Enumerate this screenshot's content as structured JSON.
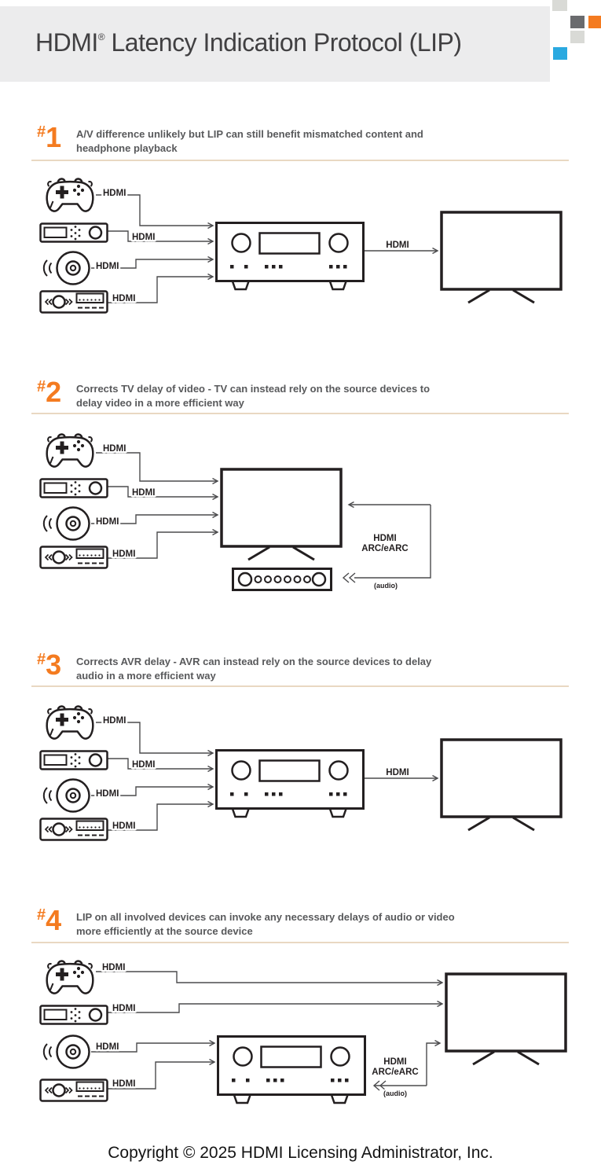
{
  "header": {
    "brand": "HDMI",
    "registered_mark": "®",
    "title_rest": " Latency Indication Protocol (LIP)"
  },
  "sections": [
    {
      "num_hash": "#",
      "num_digit": "1",
      "desc_line1": "A/V difference unlikely but LIP can still benefit mismatched content and",
      "desc_line2": "headphone playback"
    },
    {
      "num_hash": "#",
      "num_digit": "2",
      "desc_line1": "Corrects TV delay of video - TV can instead rely on the source devices to",
      "desc_line2": "delay video in a more efficient way"
    },
    {
      "num_hash": "#",
      "num_digit": "3",
      "desc_line1": "Corrects AVR delay - AVR can instead rely on the source devices to delay",
      "desc_line2": "audio in a more efficient way"
    },
    {
      "num_hash": "#",
      "num_digit": "4",
      "desc_line1": "LIP on all involved devices can invoke any necessary delays of audio or video",
      "desc_line2": "more efficiently at the source device"
    }
  ],
  "labels": {
    "hdmi": "HDMI",
    "arc_line1": "HDMI",
    "arc_line2": "ARC/eARC",
    "audio": "(audio)"
  },
  "footer": {
    "copyright": "Copyright © 2025 HDMI Licensing Administrator, Inc."
  },
  "colors": {
    "accent_orange": "#F47B20",
    "ink": "#231F20",
    "line_gray": "#4B4B4D",
    "heading_gray": "#58595B",
    "header_bg": "#ECECED",
    "divider_tan": "#E9D8C2",
    "square_gray_dark": "#6A6B6E",
    "square_gray_light": "#D9DAD6",
    "square_blue": "#2AA9E0",
    "footer_text": "#141414"
  },
  "devices": {
    "sources": [
      "game-controller",
      "set-top-box",
      "disc-player",
      "media-player"
    ],
    "hubs": [
      "av-receiver",
      "tv",
      "soundbar"
    ]
  }
}
